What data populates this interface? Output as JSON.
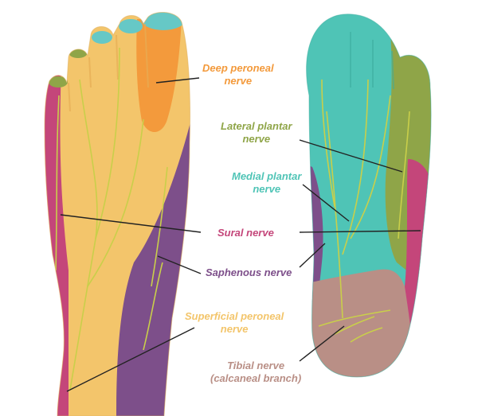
{
  "labels": {
    "deep_peroneal": [
      "Deep peroneal",
      "nerve"
    ],
    "lateral_plantar": [
      "Lateral plantar",
      "nerve"
    ],
    "medial_plantar": [
      "Medial plantar",
      "nerve"
    ],
    "sural": [
      "Sural nerve"
    ],
    "saphenous": [
      "Saphenous nerve"
    ],
    "superficial_peroneal": [
      "Superficial peroneal",
      "nerve"
    ],
    "tibial": [
      "Tibial nerve",
      "(calcaneal branch)"
    ]
  },
  "colors": {
    "deep_peroneal": "#f39a3c",
    "lateral_plantar": "#8fa548",
    "medial_plantar": "#4fc4b6",
    "sural": "#c4467a",
    "saphenous": "#7d4f8a",
    "superficial_peroneal": "#f3c56b",
    "tibial": "#b98f86",
    "nerve_line": "#c9cf4a",
    "leader": "#222222"
  }
}
